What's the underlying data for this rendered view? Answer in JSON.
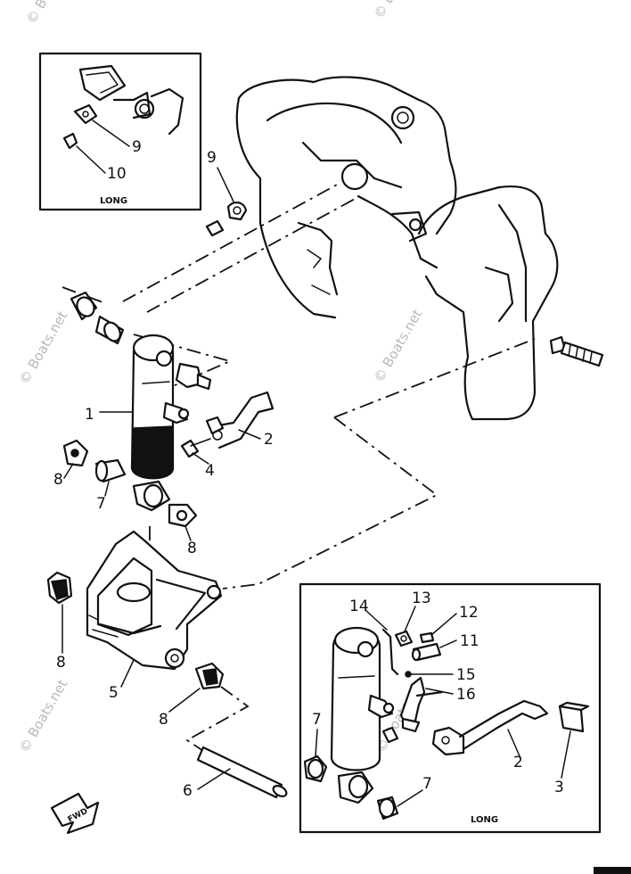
{
  "inset_top_left": {
    "label": "LONG",
    "callouts": [
      "9",
      "10"
    ]
  },
  "inset_bottom_right": {
    "label": "LONG",
    "callouts": [
      "14",
      "13",
      "12",
      "11",
      "15",
      "16",
      "7",
      "2",
      "3",
      "7"
    ]
  },
  "main_callouts": [
    "9",
    "1",
    "2",
    "4",
    "8",
    "7",
    "8",
    "8",
    "5",
    "8",
    "6"
  ],
  "fwd_label": "FWD",
  "watermark": "© Boats.net"
}
